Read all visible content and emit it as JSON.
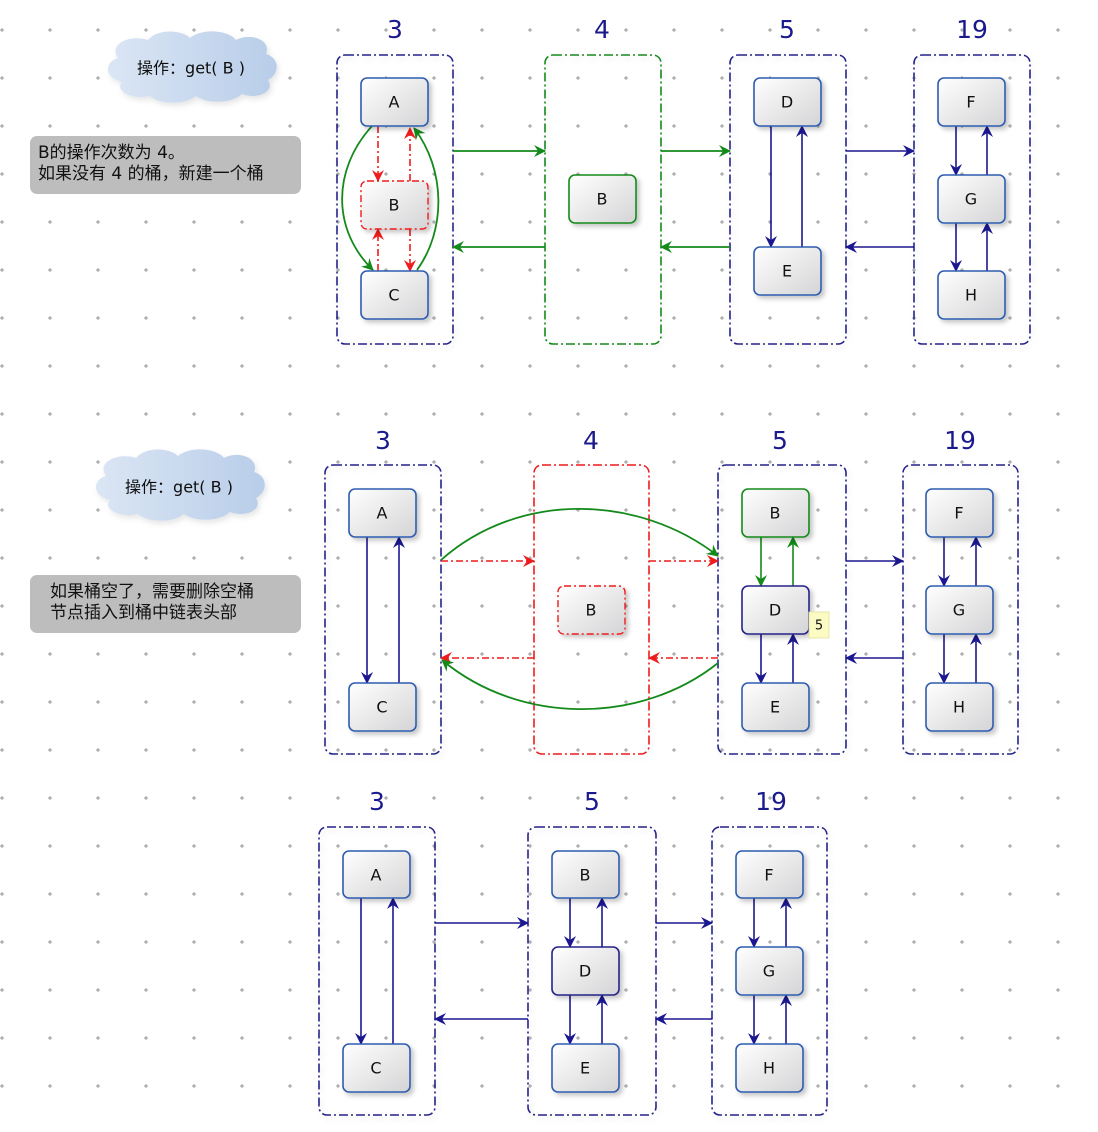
{
  "colors": {
    "bucket_border": "#27238a",
    "node_border": "#2f5db0",
    "link_blue": "#1b1790",
    "link_green": "#138a1a",
    "link_red": "#ee1c1c",
    "label": "#1a1a8c",
    "note_bg": "#bdbdbd",
    "cloud": "#c7d8ee",
    "tooltip_bg": "#fdfbc4"
  },
  "panels": [
    {
      "id": "step1",
      "cloud": "操作：get( B )",
      "note": [
        "B的操作次数为 4。",
        "如果没有 4 的桶，新建一个桶"
      ],
      "buckets": [
        {
          "label": "3",
          "state": "normal",
          "nodes": [
            "A",
            "B",
            "C"
          ]
        },
        {
          "label": "4",
          "state": "new",
          "nodes": [
            "B"
          ]
        },
        {
          "label": "5",
          "state": "normal",
          "nodes": [
            "D",
            "E"
          ]
        },
        {
          "label": "19",
          "state": "normal",
          "nodes": [
            "F",
            "G",
            "H"
          ]
        }
      ]
    },
    {
      "id": "step2",
      "cloud": "操作：get( B )",
      "note": [
        "如果桶空了，需要删除空桶",
        "节点插入到桶中链表头部"
      ],
      "buckets": [
        {
          "label": "3",
          "state": "normal",
          "nodes": [
            "A",
            "C"
          ]
        },
        {
          "label": "4",
          "state": "removed",
          "nodes": [
            "B"
          ]
        },
        {
          "label": "5",
          "state": "normal",
          "nodes": [
            "B",
            "D",
            "E"
          ]
        },
        {
          "label": "19",
          "state": "normal",
          "nodes": [
            "F",
            "G",
            "H"
          ]
        }
      ],
      "tooltip": "5"
    },
    {
      "id": "step3",
      "buckets": [
        {
          "label": "3",
          "state": "normal",
          "nodes": [
            "A",
            "C"
          ]
        },
        {
          "label": "5",
          "state": "normal",
          "nodes": [
            "B",
            "D",
            "E"
          ]
        },
        {
          "label": "19",
          "state": "normal",
          "nodes": [
            "F",
            "G",
            "H"
          ]
        }
      ]
    }
  ]
}
